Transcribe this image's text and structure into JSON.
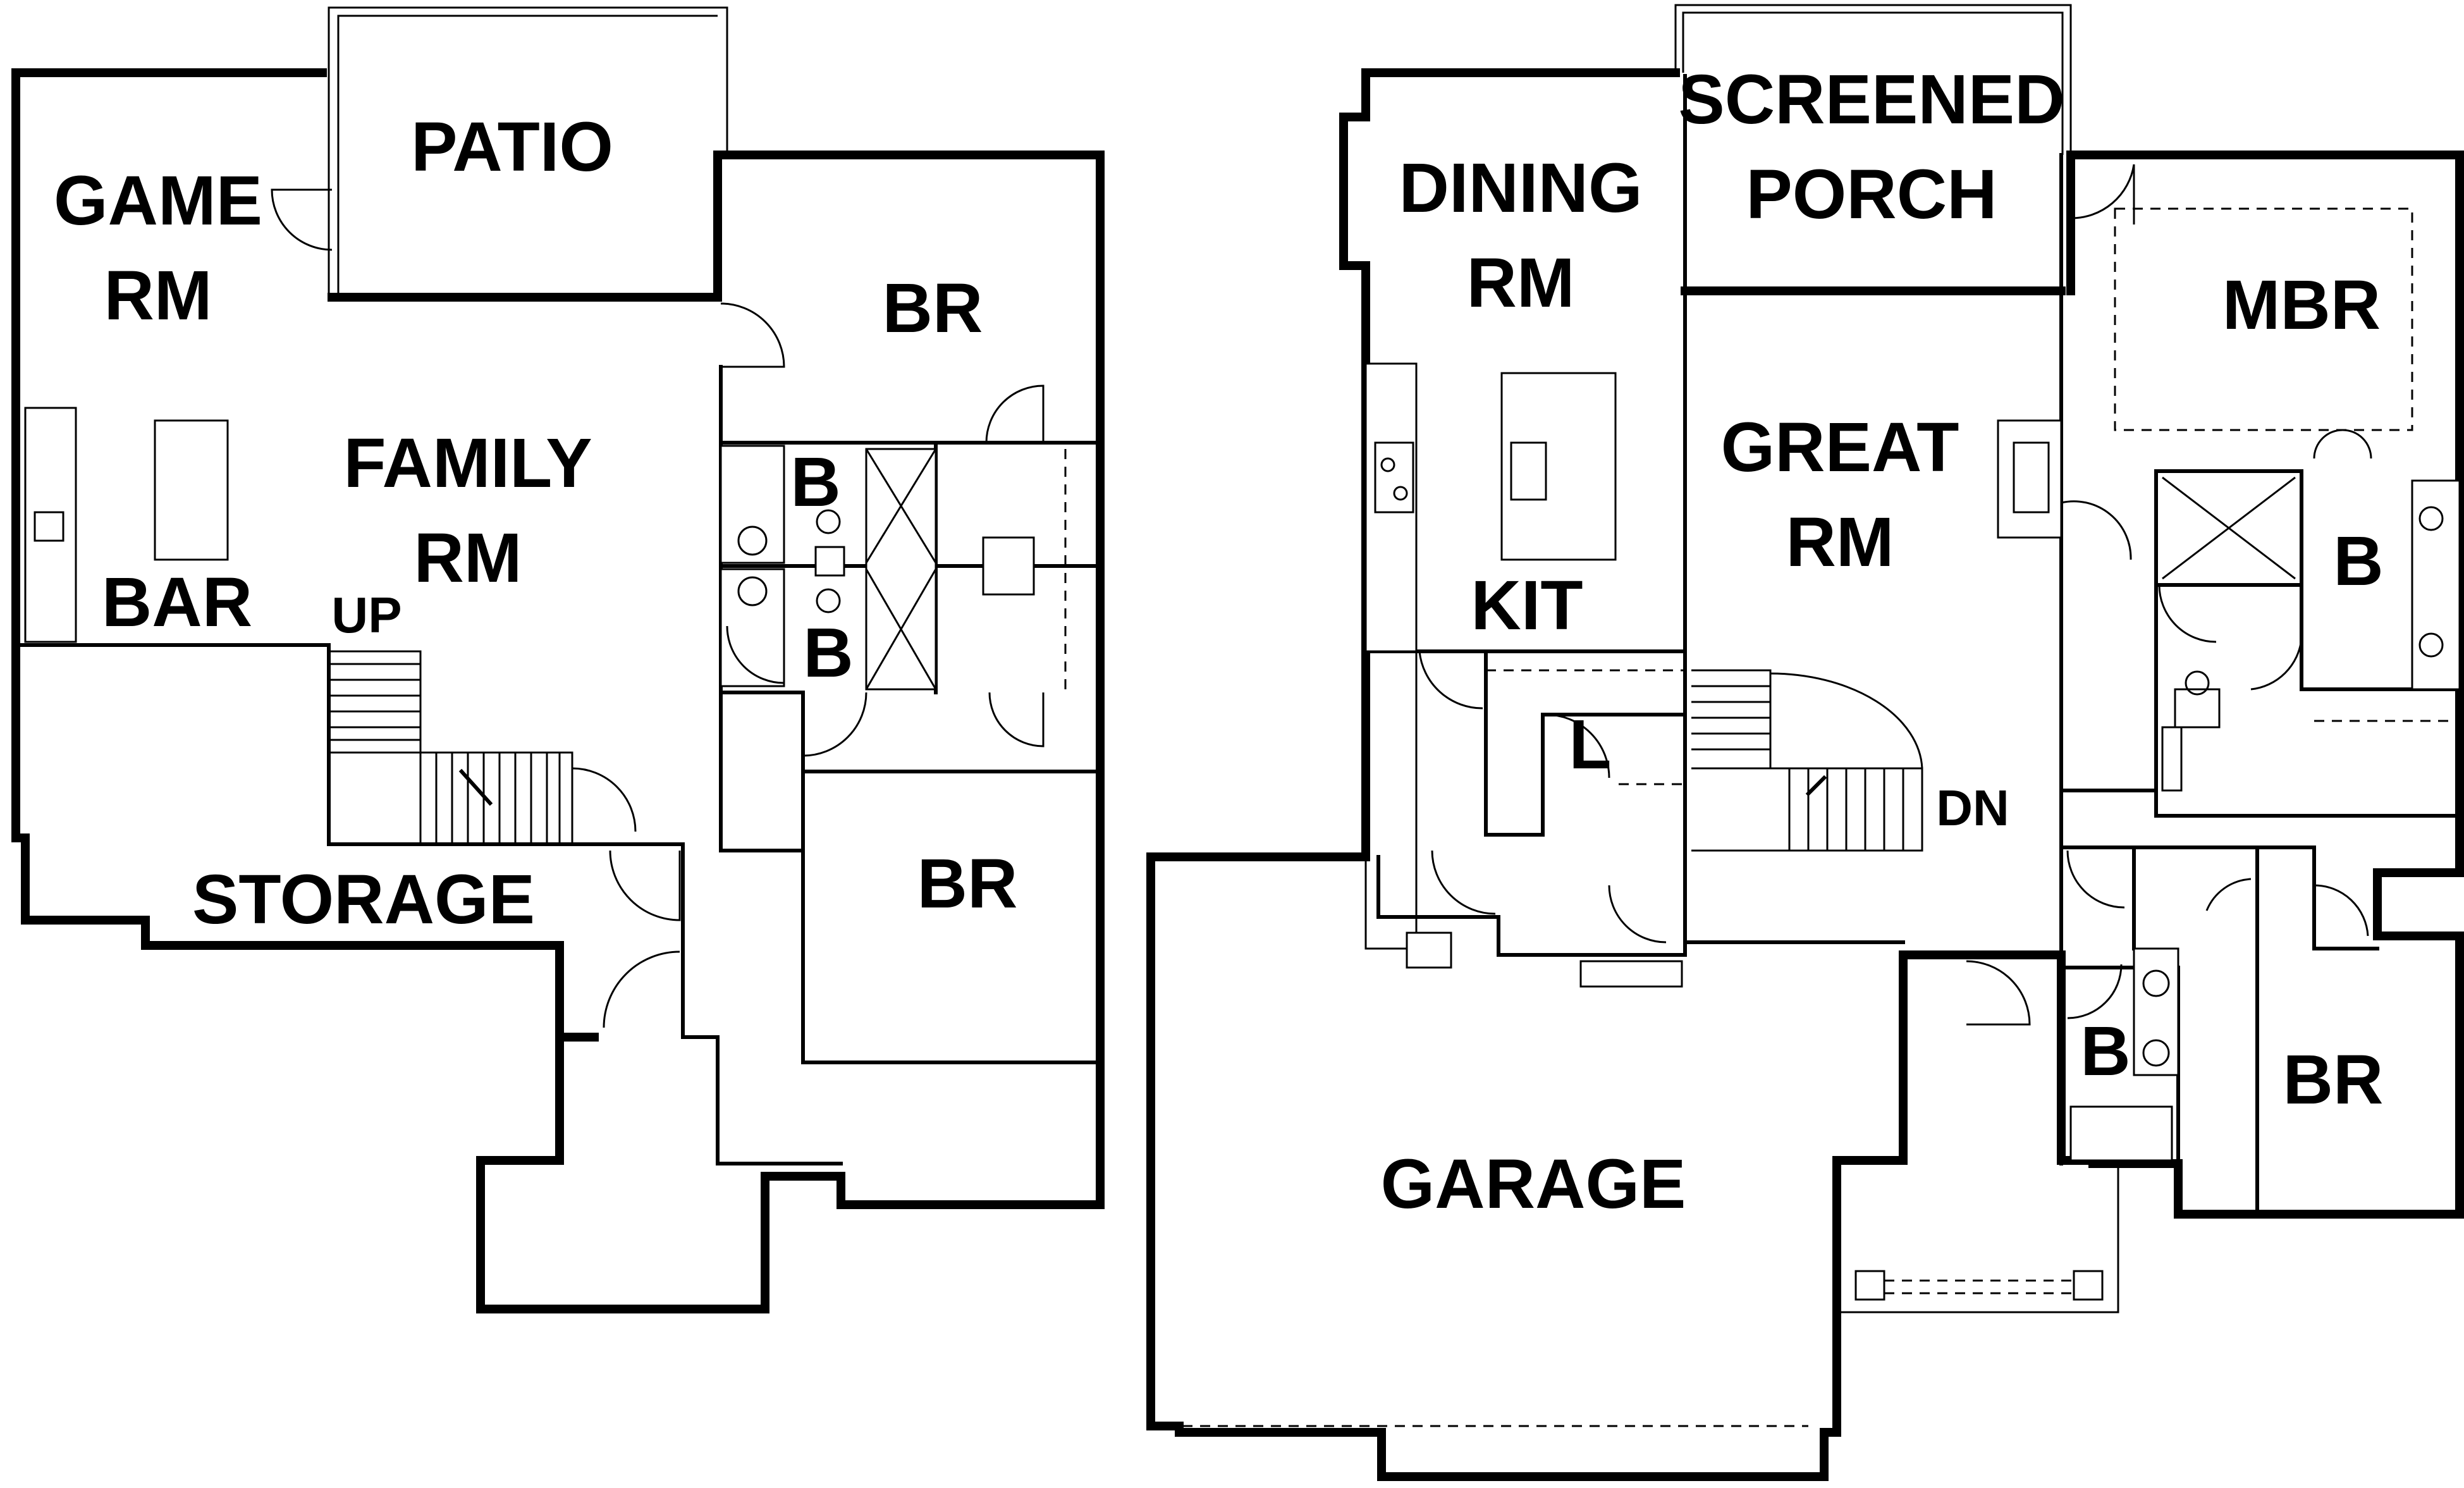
{
  "lower_level": {
    "rooms": {
      "game_rm": [
        "GAME",
        "RM"
      ],
      "patio": "PATIO",
      "br_top": "BR",
      "family_rm": [
        "FAMILY",
        "RM"
      ],
      "bath_1": "B",
      "bath_2": "B",
      "bar": "BAR",
      "up": "UP",
      "storage": "STORAGE",
      "br_bottom": "BR"
    }
  },
  "main_level": {
    "rooms": {
      "dining_rm": [
        "DINING",
        "RM"
      ],
      "screened_porch": [
        "SCREENED",
        "PORCH"
      ],
      "mbr": "MBR",
      "great_rm": [
        "GREAT",
        "RM"
      ],
      "kit": "KIT",
      "bath_master": "B",
      "laundry": "L",
      "dn": "DN",
      "garage": "GARAGE",
      "bath_3": "B",
      "br": "BR"
    }
  }
}
